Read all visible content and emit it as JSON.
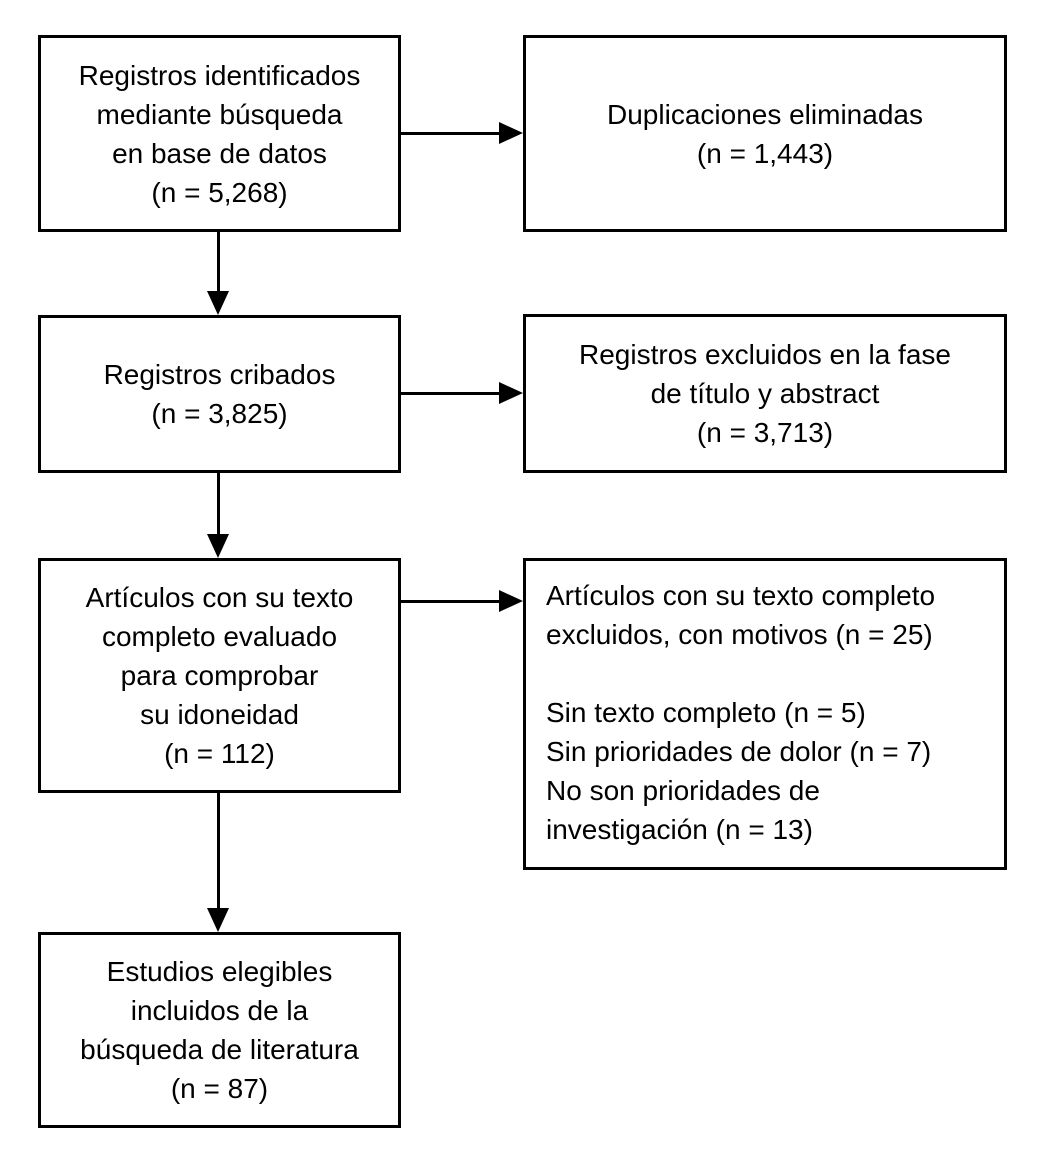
{
  "style": {
    "ink_color": "#000000",
    "paper_color": "#ffffff"
  },
  "flowchart": {
    "type": "prisma-flow-diagram",
    "boxes": {
      "identified": {
        "lines": [
          "Registros identificados",
          "mediante búsqueda",
          "en base de datos",
          "(n = 5,268)"
        ],
        "count": 5268
      },
      "duplicates_removed": {
        "lines": [
          "Duplicaciones eliminadas",
          "(n = 1,443)"
        ],
        "count": 1443
      },
      "screened": {
        "lines": [
          "Registros cribados",
          "(n = 3,825)"
        ],
        "count": 3825
      },
      "excluded_title_abstract": {
        "lines": [
          "Registros excluidos en la fase",
          "de título y abstract",
          "(n = 3,713)"
        ],
        "count": 3713
      },
      "fulltext_assessed": {
        "lines": [
          "Artículos con su texto",
          "completo evaluado",
          "para comprobar",
          "su idoneidad",
          "(n = 112)"
        ],
        "count": 112
      },
      "fulltext_excluded": {
        "lines": [
          "Artículos con su texto completo",
          "excluidos, con motivos (n = 25)",
          "",
          "Sin texto completo (n = 5)",
          "Sin prioridades de dolor (n = 7)",
          "No son prioridades de",
          "investigación (n = 13)"
        ],
        "count": 25
      },
      "included": {
        "lines": [
          "Estudios elegibles",
          "incluidos de la",
          "búsqueda de literatura",
          "(n = 87)"
        ],
        "count": 87
      }
    }
  }
}
